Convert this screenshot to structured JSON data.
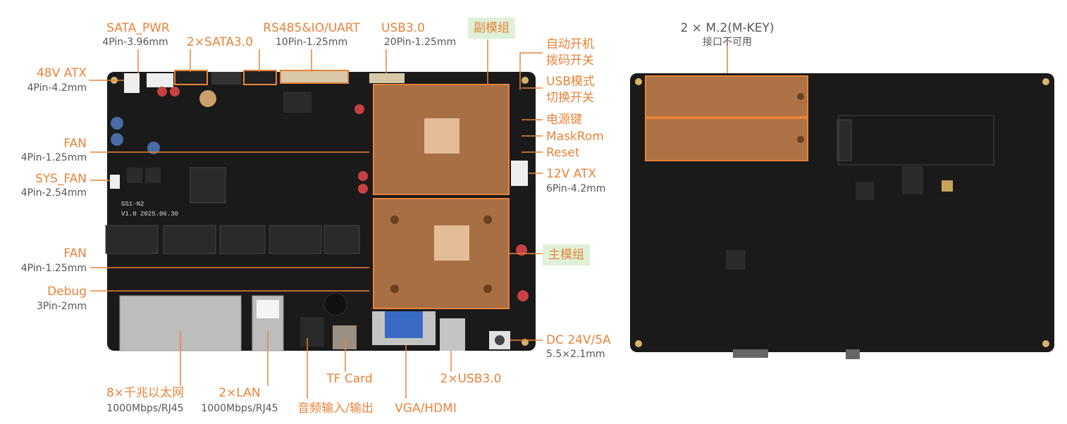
{
  "colors": {
    "accent": "#e8833a",
    "pcb": "#1a1a1a",
    "module": "#c8824e",
    "badge_bg": "#dff0d8",
    "subtext": "#555555"
  },
  "labels": {
    "sata_pwr": {
      "title": "SATA_PWR",
      "spec": "4Pin-3.96mm"
    },
    "sata3": {
      "title": "2×SATA3.0"
    },
    "rs485": {
      "title": "RS485&IO/UART",
      "spec": "10Pin-1.25mm"
    },
    "usb3_top": {
      "title": "USB3.0",
      "spec": "20Pin-1.25mm"
    },
    "sub_module": {
      "title": "副模组"
    },
    "auto_power": {
      "line1": "自动开机",
      "line2": "拨码开关"
    },
    "usb_mode": {
      "line1": "USB模式",
      "line2": "切换开关"
    },
    "power_key": {
      "title": "电源键"
    },
    "maskrom": {
      "title": "MaskRom"
    },
    "reset": {
      "title": "Reset"
    },
    "atx12": {
      "title": "12V ATX",
      "spec": "6Pin-4.2mm"
    },
    "main_module": {
      "title": "主模组"
    },
    "dc": {
      "title": "DC 24V/5A",
      "spec": "5.5×2.1mm"
    },
    "atx48": {
      "title": "48V ATX",
      "spec": "4Pin-4.2mm"
    },
    "fan1": {
      "title": "FAN",
      "spec": "4Pin-1.25mm"
    },
    "sys_fan": {
      "title": "SYS_FAN",
      "spec": "4Pin-2.54mm"
    },
    "fan2": {
      "title": "FAN",
      "spec": "4Pin-1.25mm"
    },
    "debug": {
      "title": "Debug",
      "spec": "3Pin-2mm"
    },
    "eth8": {
      "title": "8×千兆以太网",
      "spec": "1000Mbps/RJ45"
    },
    "lan2": {
      "title": "2×LAN",
      "spec": "1000Mbps/RJ45"
    },
    "audio": {
      "title": "音频输入/输出"
    },
    "tf": {
      "title": "TF Card"
    },
    "vga": {
      "title": "VGA/HDMI"
    },
    "usb3x2": {
      "title": "2×USB3.0"
    },
    "m2": {
      "title": "2 × M.2(M-KEY)",
      "spec": "接口不可用"
    }
  },
  "board_print": {
    "model": "GS1-N2",
    "version": "V1.0 2025.06.30"
  }
}
